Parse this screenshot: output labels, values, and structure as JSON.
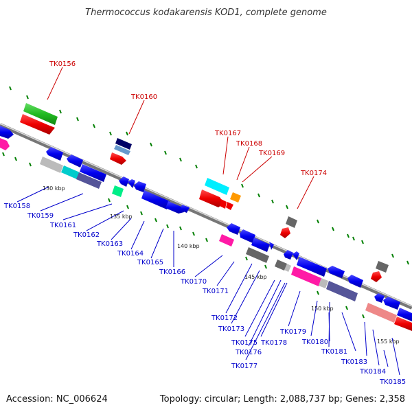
{
  "title": "Thermococcus kodakarensis KOD1, complete genome",
  "accession": "Accession: NC_006624",
  "summary": "Topology: circular; Length: 2,088,737 bp; Genes: 2,358",
  "colors": {
    "forward_label": "#cc0000",
    "reverse_label": "#0000cc",
    "backbone": "#888888",
    "tick": "#008000"
  },
  "scale_labels": [
    "130 kbp",
    "135 kbp",
    "140 kbp",
    "145 kbp",
    "150 kbp",
    "155 kbp"
  ],
  "top_labels": [
    "TK0156",
    "TK0160",
    "TK0167",
    "TK0168",
    "TK0169",
    "TK0174"
  ],
  "bottom_labels": [
    "TK0158",
    "TK0159",
    "TK0161",
    "TK0162",
    "TK0163",
    "TK0164",
    "TK0165",
    "TK0166",
    "TK0170",
    "TK0171",
    "TK0172",
    "TK0173",
    "TK0175",
    "TK0176",
    "TK0177",
    "TK0178",
    "TK0179",
    "TK0180",
    "TK0181",
    "TK0183",
    "TK0184",
    "TK0185"
  ]
}
